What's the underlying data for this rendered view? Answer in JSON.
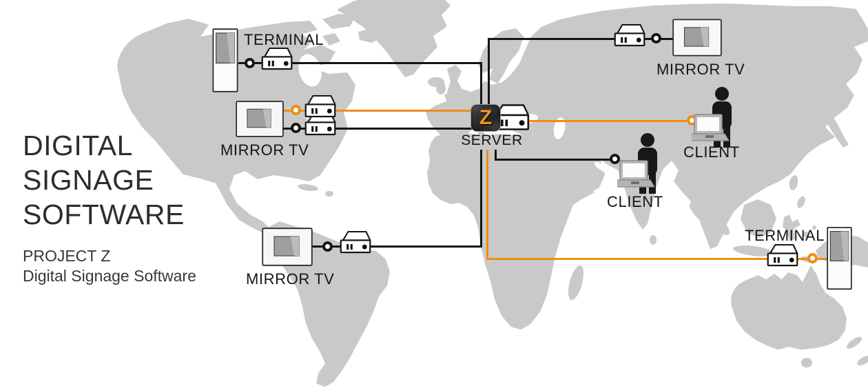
{
  "title": {
    "line1": "DIGITAL",
    "line2": "SIGNAGE",
    "line3": "SOFTWARE"
  },
  "subtitle": {
    "line1": "PROJECT Z",
    "line2": "Digital Signage Software"
  },
  "server": {
    "label": "SERVER",
    "logo_letter": "Z"
  },
  "nodes": {
    "terminal_nw": {
      "label": "TERMINAL",
      "type": "terminal"
    },
    "mirror_tv_w": {
      "label": "MIRROR TV",
      "type": "mirror-tv"
    },
    "mirror_tv_sw": {
      "label": "MIRROR TV",
      "type": "mirror-tv"
    },
    "mirror_tv_ne": {
      "label": "MIRROR TV",
      "type": "mirror-tv"
    },
    "client_e": {
      "label": "CLIENT",
      "type": "client"
    },
    "client_c": {
      "label": "CLIENT",
      "type": "client"
    },
    "terminal_se": {
      "label": "TERMINAL",
      "type": "terminal"
    }
  },
  "colors": {
    "accent_orange": "#EF8E10",
    "line_black": "#141414",
    "map_gray": "#C9C9C9",
    "background": "#FFFFFF",
    "logo_letter_orange": "#F0931B"
  }
}
